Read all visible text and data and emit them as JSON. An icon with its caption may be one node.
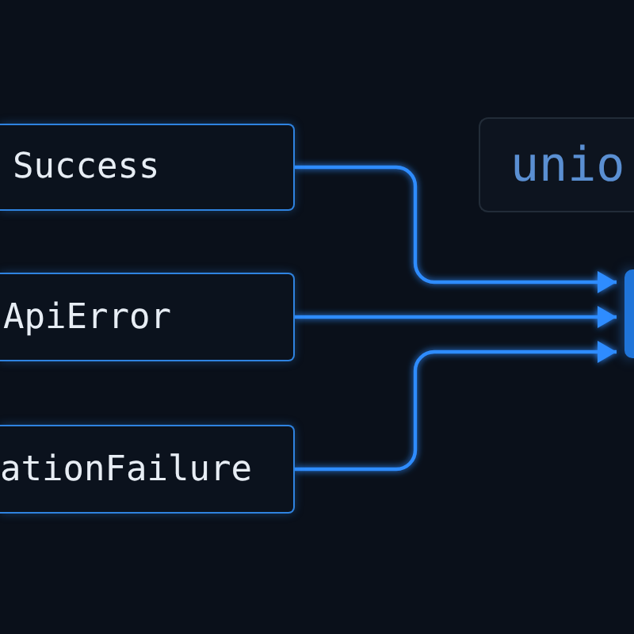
{
  "diagram": {
    "nodes": [
      {
        "text": [
          "Success"
        ]
      },
      {
        "text": [
          "unio"
        ]
      },
      {
        "text": [
          "ApiError"
        ]
      },
      {
        "text": [],
        "shape": "box"
      },
      {
        "text": [
          "ationFailure"
        ]
      }
    ],
    "edges": [
      {
        "from": 0,
        "to": 3,
        "arrow": "to"
      },
      {
        "from": 2,
        "to": 3,
        "arrow": "to"
      },
      {
        "from": 4,
        "to": 3,
        "arrow": "to"
      }
    ]
  }
}
